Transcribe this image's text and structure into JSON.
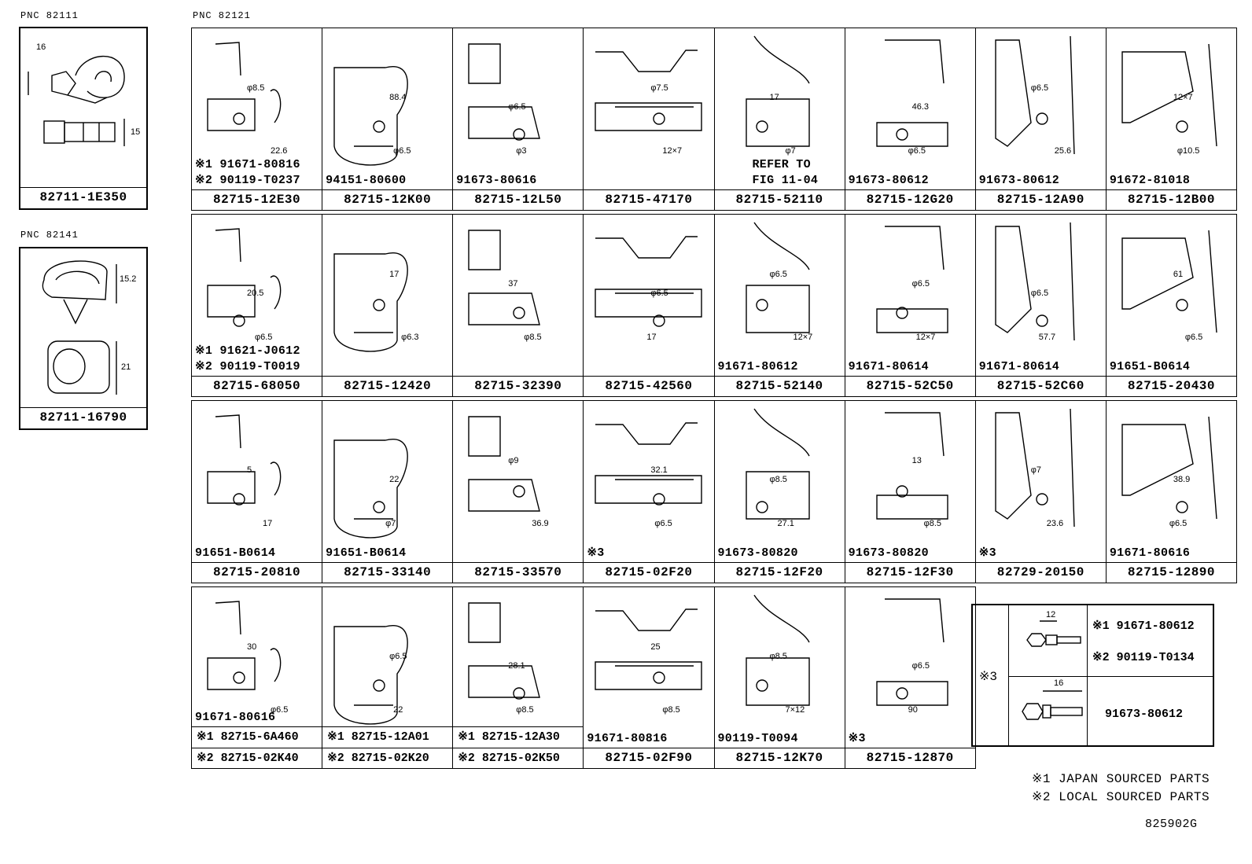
{
  "pnc_labels": {
    "a": "PNC 82111",
    "b": "PNC 82121",
    "c": "PNC 82141"
  },
  "left_boxes": [
    {
      "part": "82711-1E350",
      "dims": [
        "16",
        "15"
      ]
    },
    {
      "part": "82711-16790",
      "dims": [
        "15.2",
        "21"
      ]
    }
  ],
  "cells": [
    {
      "part": "82715-12E30",
      "bolt": [
        "※1 91671-80816",
        "※2 90119-T0237"
      ],
      "dims": [
        "φ8.5",
        "22.6"
      ]
    },
    {
      "part": "82715-12K00",
      "bolt": [
        "94151-80600"
      ],
      "dims": [
        "88.4",
        "φ6.5"
      ]
    },
    {
      "part": "82715-12L50",
      "bolt": [
        "91673-80616"
      ],
      "dims": [
        "φ6.5",
        "φ3"
      ]
    },
    {
      "part": "82715-47170",
      "bolt": [],
      "dims": [
        "φ7.5",
        "12×7"
      ]
    },
    {
      "part": "82715-52110",
      "bolt": [
        "REFER TO",
        "FIG 11-04"
      ],
      "dims": [
        "17",
        "φ7"
      ]
    },
    {
      "part": "82715-12G20",
      "bolt": [
        "91673-80612"
      ],
      "dims": [
        "46.3",
        "φ6.5"
      ]
    },
    {
      "part": "82715-12A90",
      "bolt": [
        "91673-80612"
      ],
      "dims": [
        "φ6.5",
        "25.6"
      ]
    },
    {
      "part": "82715-12B00",
      "bolt": [
        "91672-81018"
      ],
      "dims": [
        "12×7",
        "φ10.5"
      ]
    },
    {
      "part": "82715-68050",
      "bolt": [
        "※1 91621-J0612",
        "※2 90119-T0019"
      ],
      "dims": [
        "20.5",
        "φ6.5"
      ]
    },
    {
      "part": "82715-12420",
      "bolt": [],
      "dims": [
        "17",
        "φ6.3"
      ]
    },
    {
      "part": "82715-32390",
      "bolt": [],
      "dims": [
        "37",
        "φ8.5"
      ]
    },
    {
      "part": "82715-42560",
      "bolt": [],
      "dims": [
        "φ6.5",
        "17"
      ]
    },
    {
      "part": "82715-52140",
      "bolt": [
        "91671-80612"
      ],
      "dims": [
        "φ6.5",
        "12×7"
      ]
    },
    {
      "part": "82715-52C50",
      "bolt": [
        "91671-80614"
      ],
      "dims": [
        "φ6.5",
        "12×7"
      ]
    },
    {
      "part": "82715-52C60",
      "bolt": [
        "91671-80614"
      ],
      "dims": [
        "φ6.5",
        "57.7"
      ]
    },
    {
      "part": "82715-20430",
      "bolt": [
        "91651-B0614"
      ],
      "dims": [
        "61",
        "φ6.5"
      ]
    },
    {
      "part": "82715-20810",
      "bolt": [
        "91651-B0614"
      ],
      "dims": [
        "5",
        "17"
      ]
    },
    {
      "part": "82715-33140",
      "bolt": [
        "91651-B0614"
      ],
      "dims": [
        "22",
        "φ7"
      ]
    },
    {
      "part": "82715-33570",
      "bolt": [],
      "dims": [
        "φ9",
        "36.9"
      ]
    },
    {
      "part": "82715-02F20",
      "bolt": [
        "※3"
      ],
      "dims": [
        "32.1",
        "φ6.5"
      ]
    },
    {
      "part": "82715-12F20",
      "bolt": [
        "91673-80820"
      ],
      "dims": [
        "φ8.5",
        "27.1"
      ]
    },
    {
      "part": "82715-12F30",
      "bolt": [
        "91673-80820"
      ],
      "dims": [
        "13",
        "φ8.5"
      ]
    },
    {
      "part": "82729-20150",
      "bolt": [
        "※3"
      ],
      "dims": [
        "φ7",
        "23.6"
      ]
    },
    {
      "part": "82715-12890",
      "bolt": [
        "91671-80616"
      ],
      "dims": [
        "38.9",
        "φ6.5"
      ]
    },
    {
      "part": "",
      "dual": [
        "※1 82715-6A460",
        "※2 82715-02K40"
      ],
      "bolt": [
        "91671-80616"
      ],
      "dims": [
        "30",
        "φ6.5"
      ]
    },
    {
      "part": "",
      "dual": [
        "※1 82715-12A01",
        "※2 82715-02K20"
      ],
      "bolt": [],
      "dims": [
        "φ6.5",
        "22"
      ]
    },
    {
      "part": "",
      "dual": [
        "※1 82715-12A30",
        "※2 82715-02K50"
      ],
      "bolt": [],
      "dims": [
        "28.1",
        "φ8.5"
      ]
    },
    {
      "part": "82715-02F90",
      "bolt": [
        "91671-80816"
      ],
      "dims": [
        "25",
        "φ8.5"
      ]
    },
    {
      "part": "82715-12K70",
      "bolt": [
        "90119-T0094"
      ],
      "dims": [
        "φ8.5",
        "7×12"
      ]
    },
    {
      "part": "82715-12870",
      "bolt": [
        "※3"
      ],
      "dims": [
        "φ6.5",
        "90"
      ]
    }
  ],
  "legend": {
    "mark": "※3",
    "top_dim": "12",
    "top_line1": "※1 91671-80612",
    "top_line2": "※2 90119-T0134",
    "bottom_dim": "16",
    "bottom_part": "91673-80612"
  },
  "notes": {
    "n1": "※1 JAPAN SOURCED PARTS",
    "n2": "※2 LOCAL SOURCED PARTS",
    "code": "825902G"
  }
}
